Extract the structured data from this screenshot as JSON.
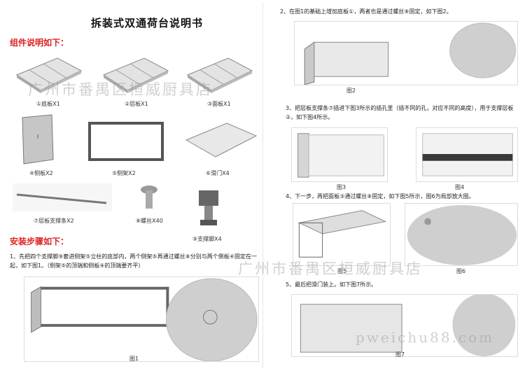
{
  "doc_title": "拆装式双通荷台说明书",
  "parts_heading": "组件说明如下：",
  "install_heading": "安装步骤如下：",
  "parts": [
    "①底板X1",
    "②层板X1",
    "③面板X1",
    "④侧板X2",
    "⑤侧架X2",
    "⑥滑门X4",
    "⑦层板支撑条X2",
    "⑧螺丝X40",
    "⑨支撑脚X4"
  ],
  "step1": "1、先把四个支撑脚⑨套进侧架⑤立柱的底部内，两个侧架⑤再通过螺丝⑧分别与两个侧板④固定在一起，如下图1。（侧架⑤的顶端和侧板④的顶端要齐平）",
  "step2": "2、在图1的基础上增加底板①，两者也是通过螺丝⑧固定，如下图2。",
  "step3": "3、把层板支撑条⑦插进下图3所示的插孔里（插不同的孔，对应不同的高度），用于支撑层板②，如下图4所示。",
  "step4": "4、下一步，再把面板③通过螺丝⑧固定，如下图5所示，图6为局部放大图。",
  "step5": "5、最后把滑门装上。如下图7所示。",
  "figs": {
    "f1": "图1",
    "f2": "图2",
    "f3": "图3",
    "f4": "图4",
    "f5": "图5",
    "f6": "图6",
    "f7": "图7"
  },
  "watermark": "广州市番禺区桓威厨具店",
  "url_watermark": "pweichu88.com"
}
